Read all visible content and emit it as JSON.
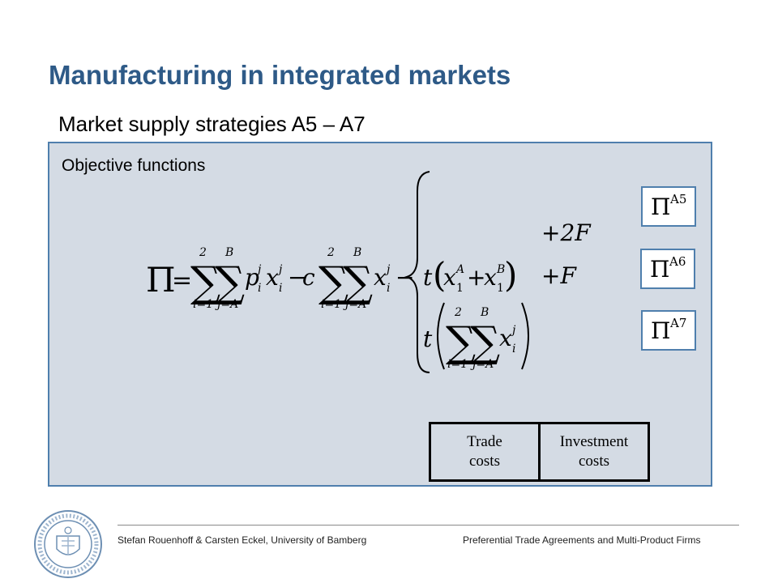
{
  "slide": {
    "title": "Manufacturing in integrated markets",
    "subtitle": "Market supply strategies A5 – A7",
    "section_label": "Objective functions"
  },
  "formula": {
    "pi": "Π",
    "equals": "=",
    "minus": "−",
    "c": "c",
    "sum_upper_i": "2",
    "sum_lower_i": "i=1",
    "sum_upper_j": "B",
    "sum_lower_j": "j=A",
    "p": "p",
    "x": "x",
    "sub_i": "i",
    "sup_j": "j",
    "sup_A": "A",
    "sup_B": "B",
    "sub_1": "1",
    "t": "t",
    "plus": "+",
    "case1_term": "+2F",
    "case2_term": "+F"
  },
  "strategies": [
    {
      "symbol": "Π",
      "label": "A5"
    },
    {
      "symbol": "Π",
      "label": "A6"
    },
    {
      "symbol": "Π",
      "label": "A7"
    }
  ],
  "cost_table": {
    "trade_line1": "Trade",
    "trade_line2": "costs",
    "investment_line1": "Investment",
    "investment_line2": "costs"
  },
  "footer": {
    "left": "Stefan Rouenhoff & Carsten Eckel, University of Bamberg",
    "right": "Preferential Trade Agreements and Multi-Product Firms"
  }
}
